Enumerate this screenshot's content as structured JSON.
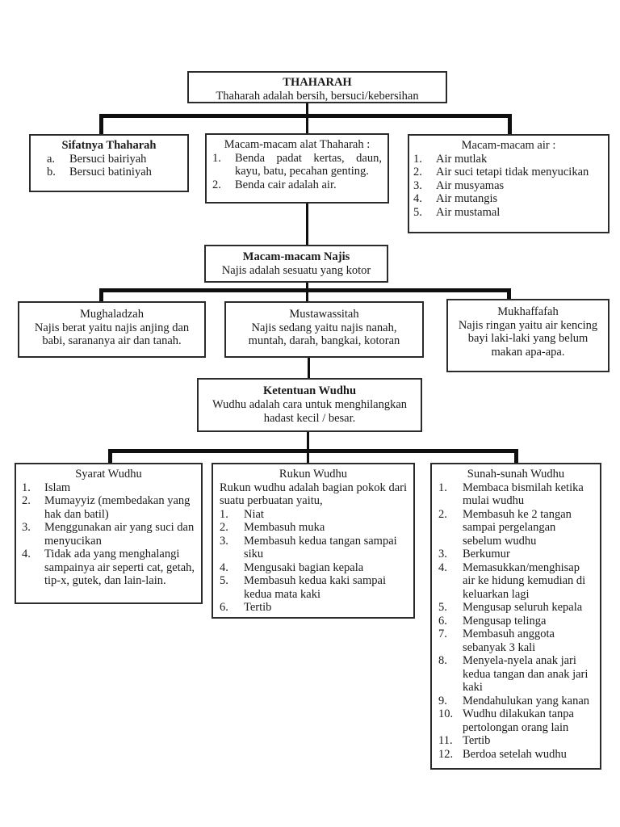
{
  "colors": {
    "background": "#ffffff",
    "line": "#0f0f0f",
    "border": "#2b2b2b",
    "text": "#1a1a1a"
  },
  "nodes": {
    "thaharah": {
      "title": "THAHARAH",
      "subtitle": "Thaharah adalah bersih, bersuci/kebersihan"
    },
    "sifatnya": {
      "title": "Sifatnya Thaharah",
      "items": [
        {
          "marker": "a.",
          "text": "Bersuci bairiyah"
        },
        {
          "marker": "b.",
          "text": "Bersuci batiniyah"
        }
      ]
    },
    "alat": {
      "title": "Macam-macam alat Thaharah :",
      "items": [
        {
          "marker": "1.",
          "text": "Benda padat kertas, daun, kayu, batu, pecahan genting."
        },
        {
          "marker": "2.",
          "text": "Benda cair adalah air."
        }
      ]
    },
    "air": {
      "title": "Macam-macam air :",
      "items": [
        {
          "marker": "1.",
          "text": "Air mutlak"
        },
        {
          "marker": "2.",
          "text": "Air suci tetapi tidak menyucikan"
        },
        {
          "marker": "3.",
          "text": "Air musyamas"
        },
        {
          "marker": "4.",
          "text": "Air mutangis"
        },
        {
          "marker": "5.",
          "text": "Air mustamal"
        }
      ]
    },
    "najis": {
      "title": "Macam-macam Najis",
      "subtitle": "Najis adalah sesuatu yang kotor"
    },
    "mughaladzah": {
      "title": "Mughaladzah",
      "body": "Najis berat yaitu najis anjing dan babi, sarananya air dan tanah."
    },
    "mustawassitah": {
      "title": "Mustawassitah",
      "body": "Najis sedang yaitu najis nanah, muntah, darah, bangkai, kotoran"
    },
    "mukhaffafah": {
      "title": "Mukhaffafah",
      "body": "Najis ringan yaitu air kencing bayi laki-laki yang belum makan apa-apa."
    },
    "ketentuan": {
      "title": "Ketentuan Wudhu",
      "subtitle": "Wudhu adalah cara untuk menghilangkan hadast kecil / besar."
    },
    "syarat": {
      "title": "Syarat Wudhu",
      "items": [
        {
          "marker": "1.",
          "text": "Islam"
        },
        {
          "marker": "2.",
          "text": "Mumayyiz (membedakan yang hak dan batil)"
        },
        {
          "marker": "3.",
          "text": "Menggunakan air yang suci dan menyucikan"
        },
        {
          "marker": "4.",
          "text": "Tidak ada yang menghalangi sampainya air seperti cat, getah, tip-x, gutek, dan lain-lain."
        }
      ]
    },
    "rukun": {
      "title": "Rukun Wudhu",
      "intro": "Rukun wudhu adalah bagian pokok dari suatu perbuatan yaitu,",
      "items": [
        {
          "marker": "1.",
          "text": "Niat"
        },
        {
          "marker": "2.",
          "text": "Membasuh muka"
        },
        {
          "marker": "3.",
          "text": "Membasuh kedua tangan sampai siku"
        },
        {
          "marker": "4.",
          "text": "Mengusaki bagian kepala"
        },
        {
          "marker": "5.",
          "text": "Membasuh kedua kaki sampai kedua mata kaki"
        },
        {
          "marker": "6.",
          "text": "Tertib"
        }
      ]
    },
    "sunah": {
      "title": "Sunah-sunah Wudhu",
      "items": [
        {
          "marker": "1.",
          "text": "Membaca bismilah ketika mulai wudhu"
        },
        {
          "marker": "2.",
          "text": "Membasuh ke 2 tangan sampai pergelangan sebelum wudhu"
        },
        {
          "marker": "3.",
          "text": "Berkumur"
        },
        {
          "marker": "4.",
          "text": "Memasukkan/menghisap air ke hidung kemudian di keluarkan lagi"
        },
        {
          "marker": "5.",
          "text": "Mengusap seluruh kepala"
        },
        {
          "marker": "6.",
          "text": "Mengusap telinga"
        },
        {
          "marker": "7.",
          "text": "Membasuh anggota sebanyak 3 kali"
        },
        {
          "marker": "8.",
          "text": "Menyela-nyela anak jari kedua tangan dan anak jari kaki"
        },
        {
          "marker": "9.",
          "text": "Mendahulukan yang kanan"
        },
        {
          "marker": "10.",
          "text": "Wudhu dilakukan tanpa pertolongan orang lain"
        },
        {
          "marker": "11.",
          "text": "Tertib"
        },
        {
          "marker": "12.",
          "text": "Berdoa setelah wudhu"
        }
      ]
    }
  }
}
